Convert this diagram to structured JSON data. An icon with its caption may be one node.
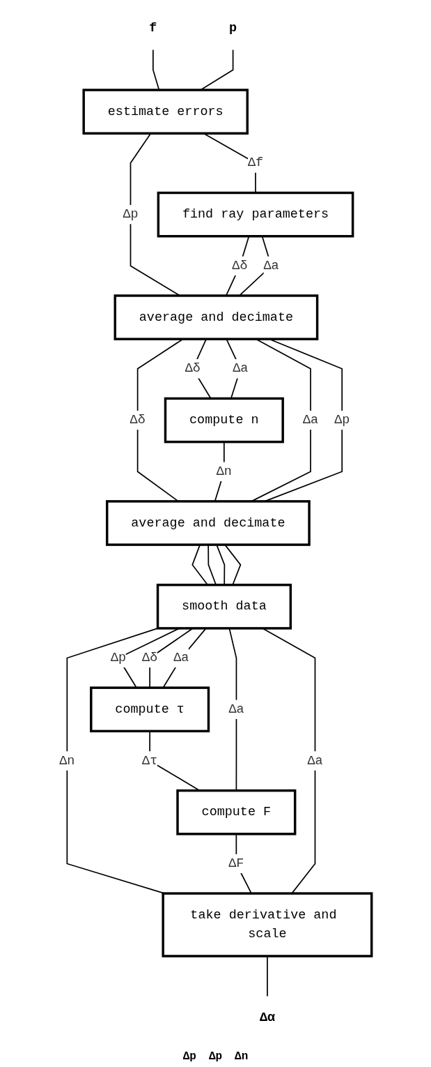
{
  "diagram": {
    "nodes": [
      {
        "text": [
          "f"
        ]
      },
      {
        "text": [
          "p"
        ]
      },
      {
        "text": [
          "estimate errors"
        ]
      },
      {
        "text": [
          "find ray parameters"
        ]
      },
      {
        "text": [
          "average and decimate"
        ]
      },
      {
        "text": [
          "compute n"
        ]
      },
      {
        "text": [
          "average and decimate"
        ]
      },
      {
        "text": [
          "smooth data"
        ]
      },
      {
        "text": [
          "compute τ"
        ]
      },
      {
        "text": [
          "compute F"
        ]
      },
      {
        "text": [
          "take derivative and scale"
        ]
      },
      {
        "text": [
          "Δα"
        ]
      }
    ],
    "edges": [
      {
        "from": 0,
        "to": 2,
        "arrow": "none"
      },
      {
        "from": 1,
        "to": 2,
        "arrow": "none"
      },
      {
        "from": 2,
        "to": 3,
        "label": "Δf",
        "arrow": "none"
      },
      {
        "from": 2,
        "to": 4,
        "label": "Δp",
        "arrow": "none"
      },
      {
        "from": 3,
        "to": 4,
        "label": "Δδ",
        "arrow": "none"
      },
      {
        "from": 3,
        "to": 4,
        "label": "Δa",
        "arrow": "none"
      },
      {
        "from": 4,
        "to": 5,
        "label": "Δδ",
        "arrow": "none"
      },
      {
        "from": 4,
        "to": 5,
        "label": "Δa",
        "arrow": "none"
      },
      {
        "from": 4,
        "to": 6,
        "label": "Δδ",
        "arrow": "none"
      },
      {
        "from": 5,
        "to": 6,
        "label": "Δn",
        "arrow": "none"
      },
      {
        "from": 4,
        "to": 6,
        "label": "Δa",
        "arrow": "none"
      },
      {
        "from": 4,
        "to": 6,
        "label": "Δp",
        "arrow": "none"
      },
      {
        "from": 6,
        "to": 7,
        "arrow": "none"
      },
      {
        "from": 6,
        "to": 7,
        "arrow": "none"
      },
      {
        "from": 6,
        "to": 7,
        "arrow": "none"
      },
      {
        "from": 6,
        "to": 7,
        "arrow": "none"
      },
      {
        "from": 7,
        "to": 10,
        "label": "Δn",
        "arrow": "none"
      },
      {
        "from": 7,
        "to": 8,
        "label": "Δp",
        "arrow": "none"
      },
      {
        "from": 7,
        "to": 8,
        "label": "Δδ",
        "arrow": "none"
      },
      {
        "from": 7,
        "to": 8,
        "label": "Δa",
        "arrow": "none"
      },
      {
        "from": 8,
        "to": 9,
        "label": "Δτ",
        "arrow": "none"
      },
      {
        "from": 7,
        "to": 9,
        "label": "Δa",
        "arrow": "none"
      },
      {
        "from": 9,
        "to": 10,
        "label": "ΔF",
        "arrow": "none"
      },
      {
        "from": 7,
        "to": 10,
        "label": "Δa",
        "arrow": "none"
      },
      {
        "from": 10,
        "to": 11,
        "arrow": "none"
      }
    ],
    "labels": [
      "Δp",
      "Δp",
      "Δn"
    ]
  }
}
